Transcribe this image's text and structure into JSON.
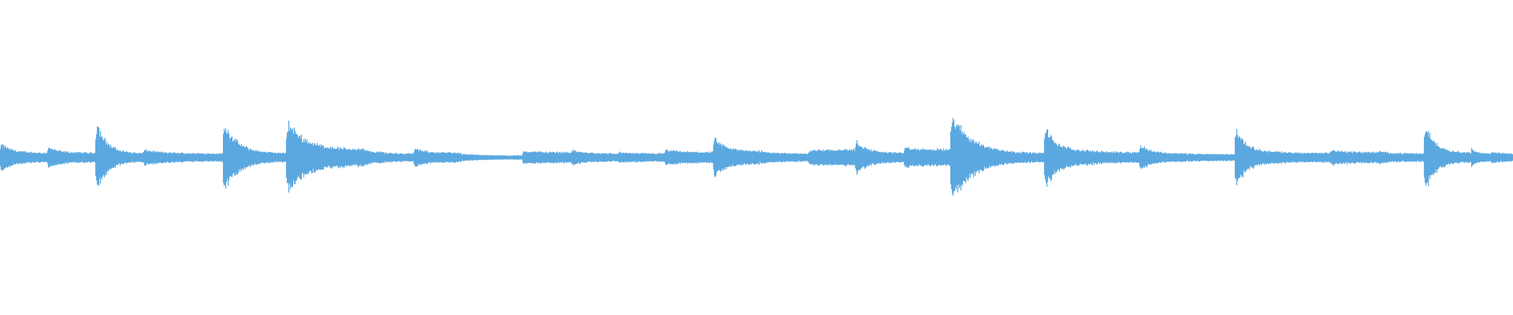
{
  "waveform": {
    "color": "#5ba8e0",
    "background": "#ffffff",
    "segments": [
      {
        "start": 0.0,
        "peak": 0.11,
        "rest": 0.035
      },
      {
        "start": 0.031,
        "peak": 0.08,
        "rest": 0.035
      },
      {
        "start": 0.063,
        "peak": 0.28,
        "rest": 0.03
      },
      {
        "start": 0.094,
        "peak": 0.06,
        "rest": 0.03
      },
      {
        "start": 0.147,
        "peak": 0.27,
        "rest": 0.03
      },
      {
        "start": 0.189,
        "peak": 0.28,
        "rest": 0.06
      },
      {
        "start": 0.241,
        "peak": 0.06,
        "rest": 0.04
      },
      {
        "start": 0.254,
        "peak": 0.04,
        "rest": 0.03
      },
      {
        "start": 0.273,
        "peak": 0.07,
        "rest": 0.035
      },
      {
        "start": 0.305,
        "peak": 0.03,
        "rest": 0.015
      },
      {
        "start": 0.345,
        "peak": 0.05,
        "rest": 0.04
      },
      {
        "start": 0.377,
        "peak": 0.06,
        "rest": 0.03
      },
      {
        "start": 0.408,
        "peak": 0.04,
        "rest": 0.03
      },
      {
        "start": 0.439,
        "peak": 0.06,
        "rest": 0.04
      },
      {
        "start": 0.471,
        "peak": 0.15,
        "rest": 0.05
      },
      {
        "start": 0.502,
        "peak": 0.05,
        "rest": 0.03
      },
      {
        "start": 0.534,
        "peak": 0.05,
        "rest": 0.06
      },
      {
        "start": 0.565,
        "peak": 0.13,
        "rest": 0.035
      },
      {
        "start": 0.597,
        "peak": 0.07,
        "rest": 0.06
      },
      {
        "start": 0.628,
        "peak": 0.33,
        "rest": 0.03
      },
      {
        "start": 0.69,
        "peak": 0.24,
        "rest": 0.05
      },
      {
        "start": 0.722,
        "peak": 0.05,
        "rest": 0.04
      },
      {
        "start": 0.753,
        "peak": 0.1,
        "rest": 0.03
      },
      {
        "start": 0.784,
        "peak": 0.03,
        "rest": 0.025
      },
      {
        "start": 0.816,
        "peak": 0.23,
        "rest": 0.04
      },
      {
        "start": 0.847,
        "peak": 0.04,
        "rest": 0.035
      },
      {
        "start": 0.879,
        "peak": 0.06,
        "rest": 0.04
      },
      {
        "start": 0.91,
        "peak": 0.05,
        "rest": 0.03
      },
      {
        "start": 0.941,
        "peak": 0.26,
        "rest": 0.035
      },
      {
        "start": 0.972,
        "peak": 0.07,
        "rest": 0.03
      },
      {
        "start": 0.985,
        "peak": 0.05,
        "rest": 0.03
      }
    ]
  }
}
